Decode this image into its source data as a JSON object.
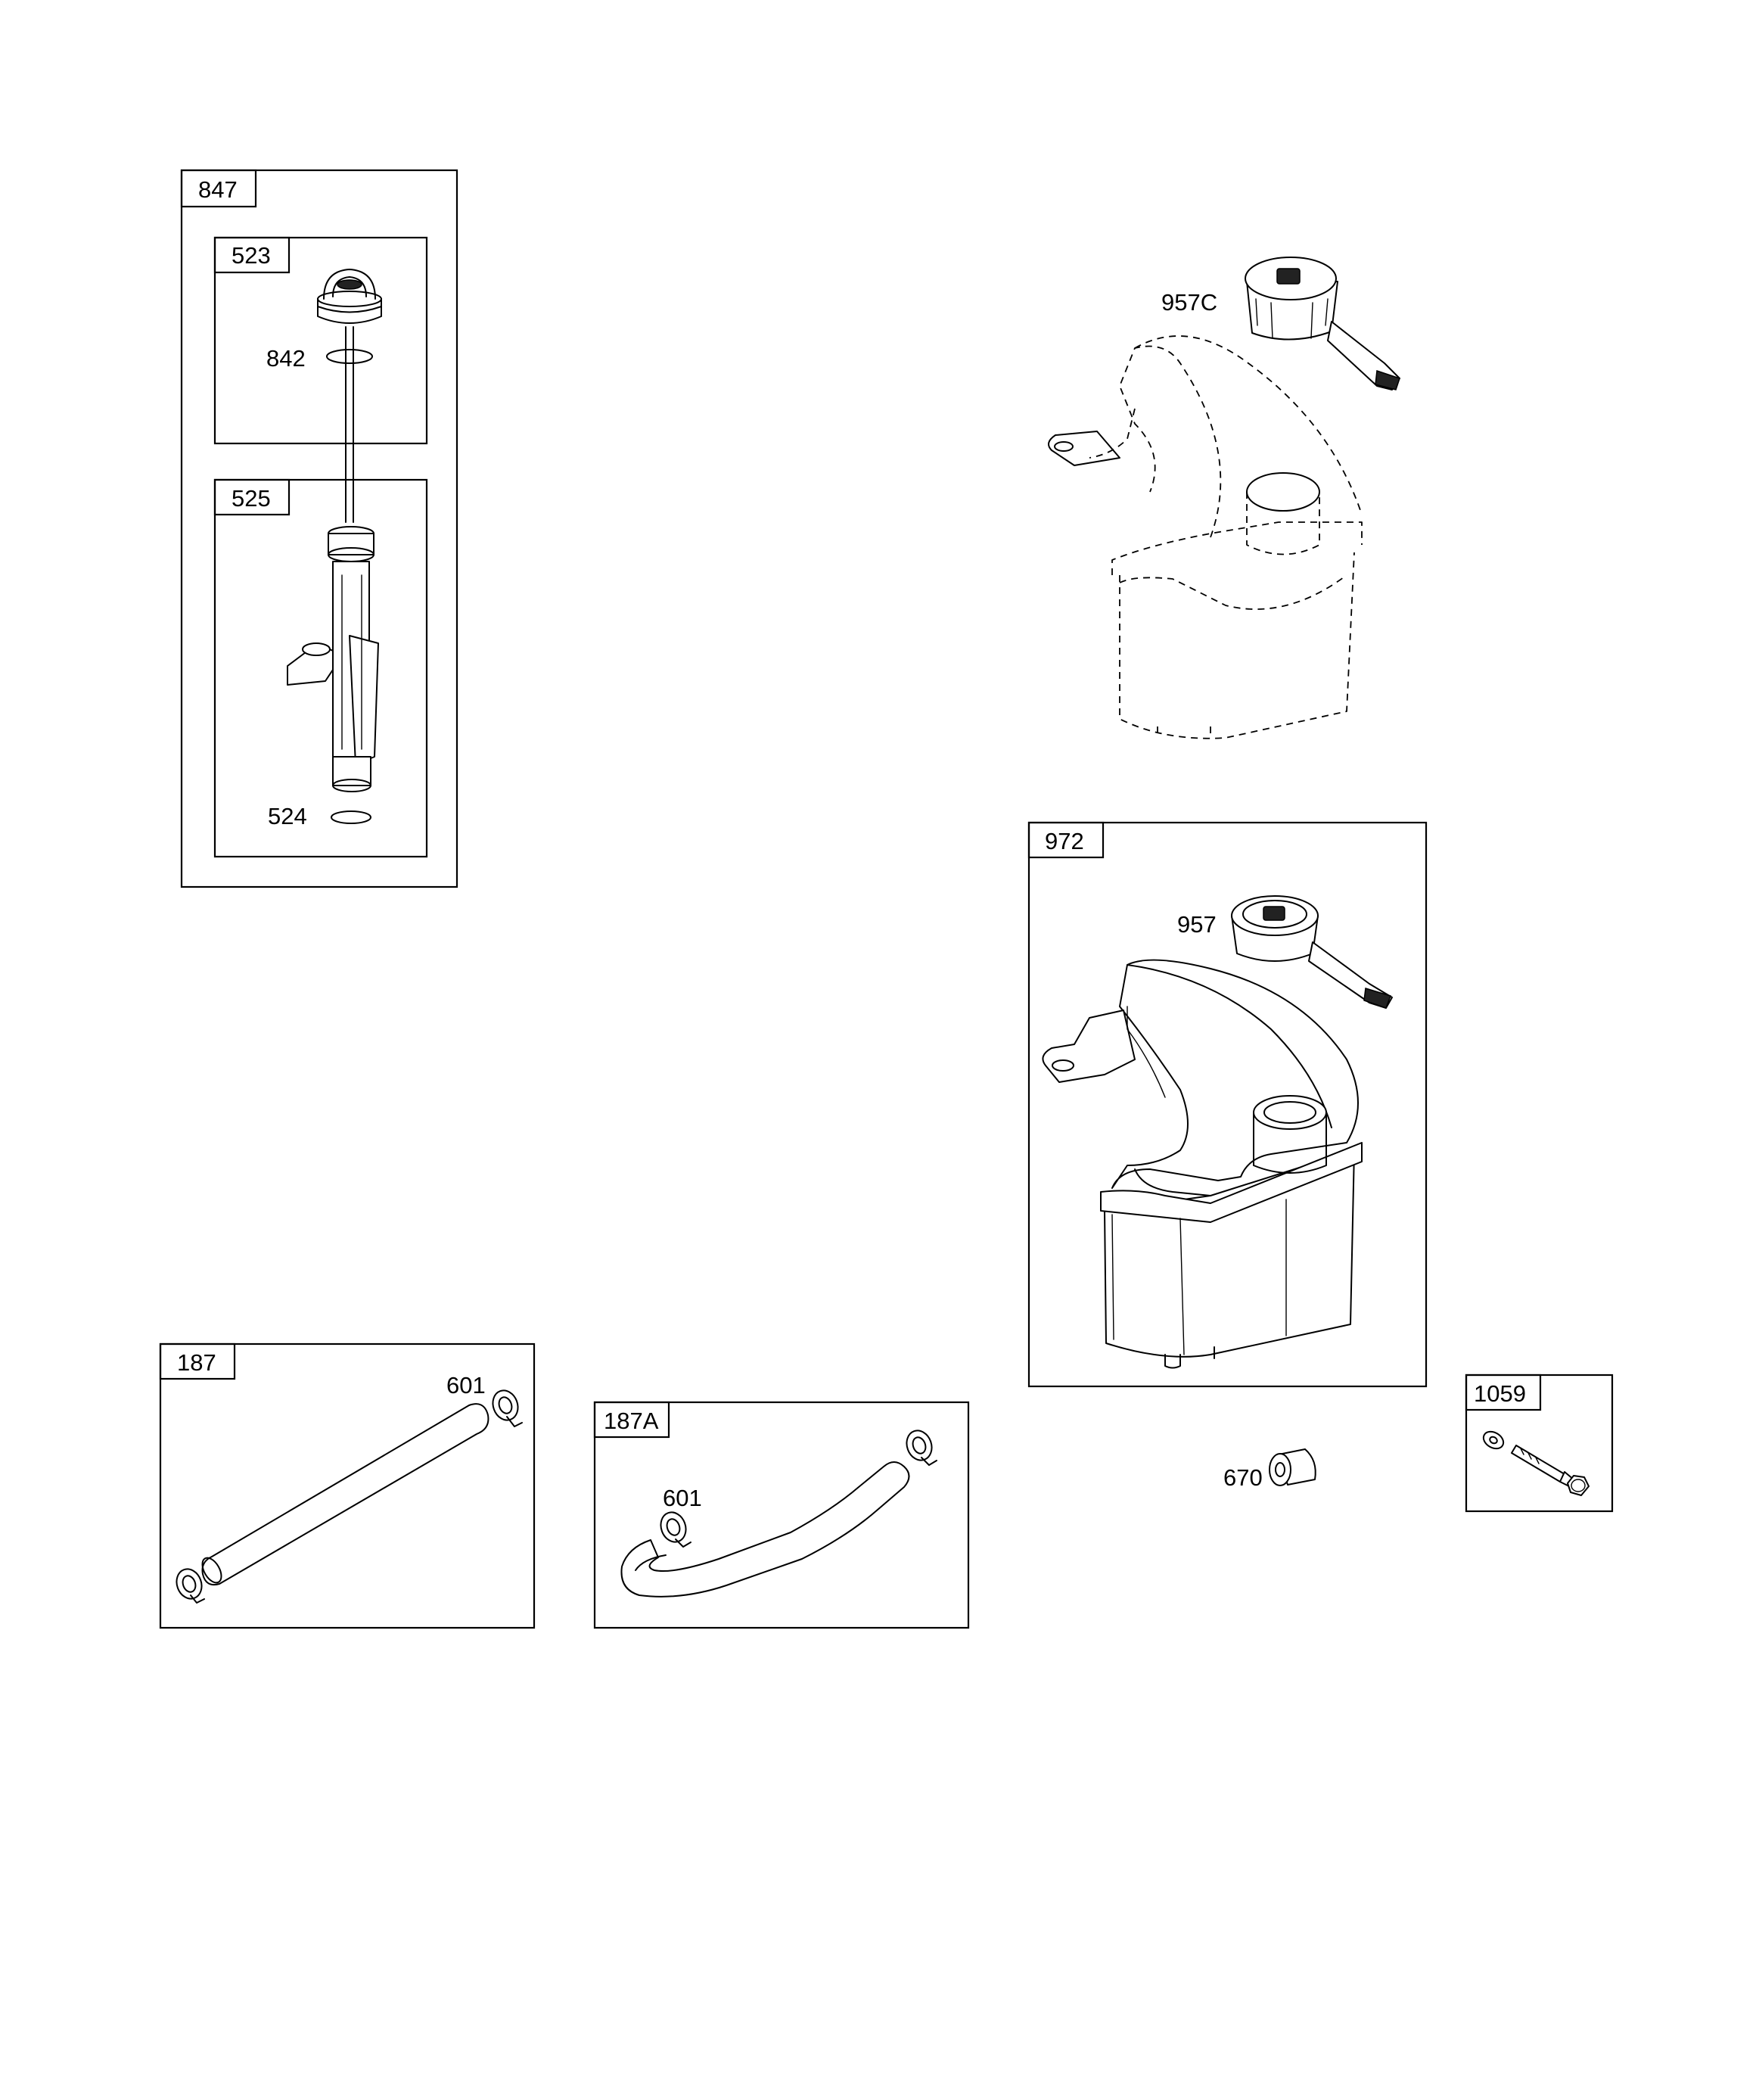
{
  "labels": {
    "kit_847": "847",
    "kit_523": "523",
    "part_842": "842",
    "kit_525": "525",
    "part_524": "524",
    "part_957C": "957C",
    "kit_972": "972",
    "part_957": "957",
    "kit_187": "187",
    "part_601_a": "601",
    "kit_187A": "187A",
    "part_601_b": "601",
    "part_670": "670",
    "kit_1059": "1059"
  }
}
